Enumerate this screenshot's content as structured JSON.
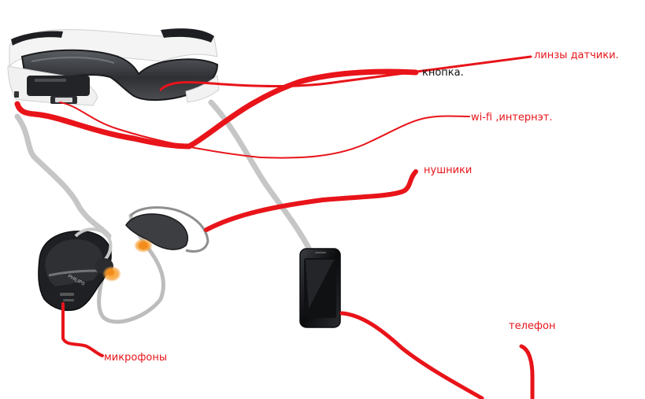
{
  "labels": {
    "lenses_sensors": "линзы датчики.",
    "button": "кнопка.",
    "wifi": "wi-fi ,интернэт.",
    "headphones": "нушники",
    "phone": "телефон",
    "microphones": "микрофоны"
  },
  "devices": {
    "headset_brand": "PHILIPS"
  },
  "colors": {
    "annotation": "#e8141a",
    "label_red": "#e8141a",
    "label_black": "#111111",
    "connector_gray": "#c6c6c6"
  },
  "icons": [
    "glasses-icon",
    "headset-icon",
    "smartphone-icon"
  ]
}
